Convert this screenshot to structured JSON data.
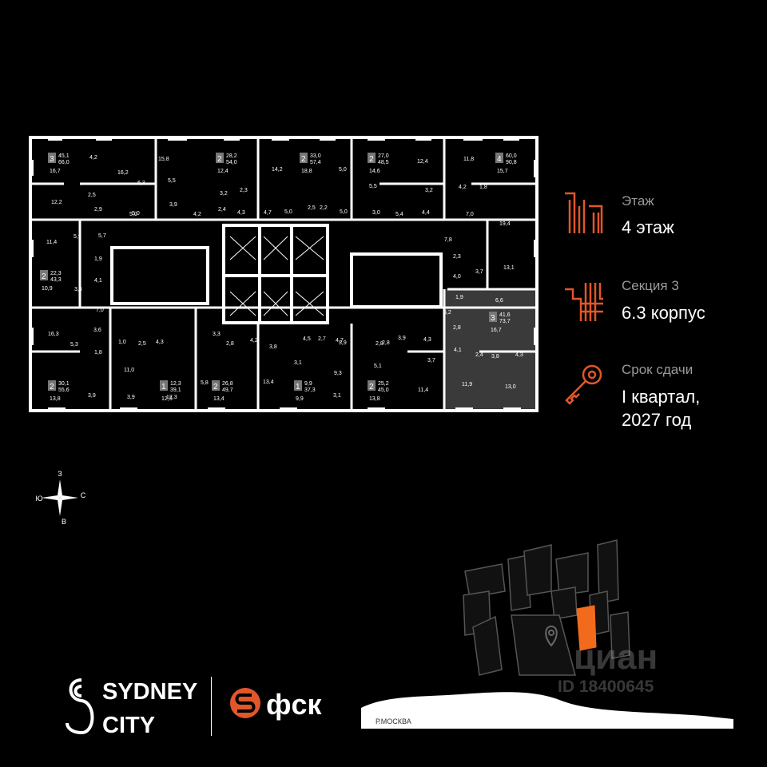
{
  "plan": {
    "units": [
      {
        "rooms": "3",
        "area": "45,1",
        "living": "66,0",
        "kitchen": "16,7"
      },
      {
        "rooms": "2",
        "area": "28,2",
        "living": "54,0",
        "kitchen": "12,4"
      },
      {
        "rooms": "2",
        "area": "33,0",
        "living": "57,4",
        "kitchen": "18,8"
      },
      {
        "rooms": "2",
        "area": "27,0",
        "living": "48,5",
        "kitchen": "14,6"
      },
      {
        "rooms": "4",
        "area": "60,0",
        "living": "90,8",
        "kitchen": "15,7"
      },
      {
        "rooms": "2",
        "area": "22,3",
        "living": "43,3",
        "kitchen": "10,9"
      },
      {
        "rooms": "3",
        "area": "41,6",
        "living": "73,7",
        "kitchen": "16,7"
      },
      {
        "rooms": "2",
        "area": "30,1",
        "living": "55,6",
        "kitchen": "13,8"
      },
      {
        "rooms": "1",
        "area": "12,3",
        "living": "39,1",
        "kitchen": "12,3"
      },
      {
        "rooms": "2",
        "area": "26,8",
        "living": "49,7",
        "kitchen": "13,4"
      },
      {
        "rooms": "1",
        "area": "9,9",
        "living": "37,3",
        "kitchen": "9,9"
      },
      {
        "rooms": "2",
        "area": "25,2",
        "living": "45,0",
        "kitchen": "13,8"
      }
    ],
    "room_labels": [
      "4,2",
      "16,2",
      "15,8",
      "14,2",
      "5,0",
      "12,4",
      "11,8",
      "6,3",
      "5,5",
      "3,2",
      "2,3",
      "5,5",
      "3,2",
      "4,2",
      "1,8",
      "2,5",
      "12,2",
      "2,9",
      "5,0",
      "3,9",
      "4,2",
      "2,4",
      "4,3",
      "4,7",
      "5,0",
      "2,5",
      "2,2",
      "5,0",
      "3,0",
      "5,4",
      "4,4",
      "7,0",
      "19,4",
      "11,4",
      "5,9",
      "5,7",
      "1,9",
      "4,1",
      "3,4",
      "7,8",
      "2,3",
      "4,0",
      "3,7",
      "13,1",
      "1,9",
      "6,6",
      "6,2",
      "2,8",
      "7,0",
      "16,3",
      "3,6",
      "5,3",
      "1,8",
      "1,0",
      "2,5",
      "4,3",
      "3,3",
      "2,8",
      "4,2",
      "3,8",
      "4,5",
      "2,7",
      "4,7",
      "3,9",
      "4,3",
      "2,8",
      "4,1",
      "2,4",
      "3,8",
      "4,3",
      "11,0",
      "3,9",
      "3,9",
      "5,8",
      "13,4",
      "3,1",
      "9,3",
      "5,1",
      "3,7",
      "11,4",
      "11,9",
      "13,0",
      "3,9",
      "12,3",
      "3,1",
      "5,0",
      "2,8"
    ],
    "highlight_color": "#3a3a3a"
  },
  "info": {
    "floor_label": "Этаж",
    "floor_value": "4 этаж",
    "section_label": "Секция 3",
    "section_value": "6.3 корпус",
    "deadline_label": "Срок сдачи",
    "deadline_value_1": "I квартал,",
    "deadline_value_2": "2027 год",
    "accent": "#e2562a"
  },
  "compass": {
    "north": "З",
    "south": "В",
    "west": "Ю",
    "east": "С"
  },
  "site_map": {
    "river_label": "Р.МОСКВА",
    "accent": "#f26b1d"
  },
  "brand": {
    "sydney_line1": "SYDNEY",
    "sydney_line2": "CITY",
    "fsk": "фск"
  },
  "watermark": {
    "text": "циан",
    "id": "ID 18400645"
  }
}
